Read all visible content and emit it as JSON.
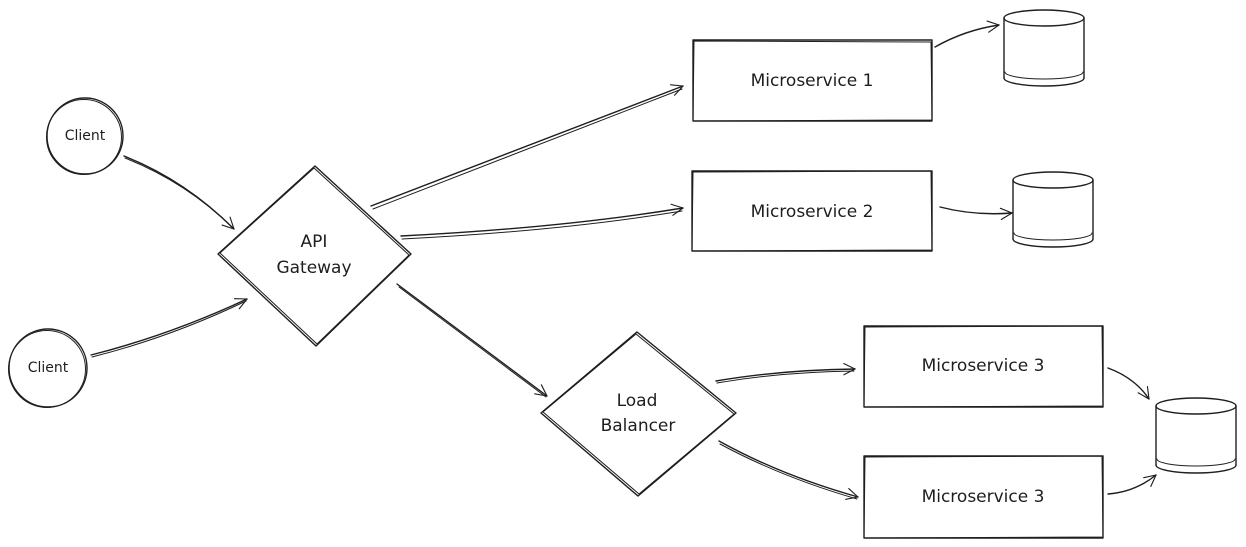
{
  "nodes": {
    "client_top": "Client",
    "client_bottom": "Client",
    "api_gateway_line1": "API",
    "api_gateway_line2": "Gateway",
    "load_balancer_line1": "Load",
    "load_balancer_line2": "Balancer",
    "microservice_1": "Microservice 1",
    "microservice_2": "Microservice 2",
    "microservice_3a": "Microservice 3",
    "microservice_3b": "Microservice 3"
  },
  "colors": {
    "stroke": "#1e1e1e",
    "background": "#ffffff"
  }
}
